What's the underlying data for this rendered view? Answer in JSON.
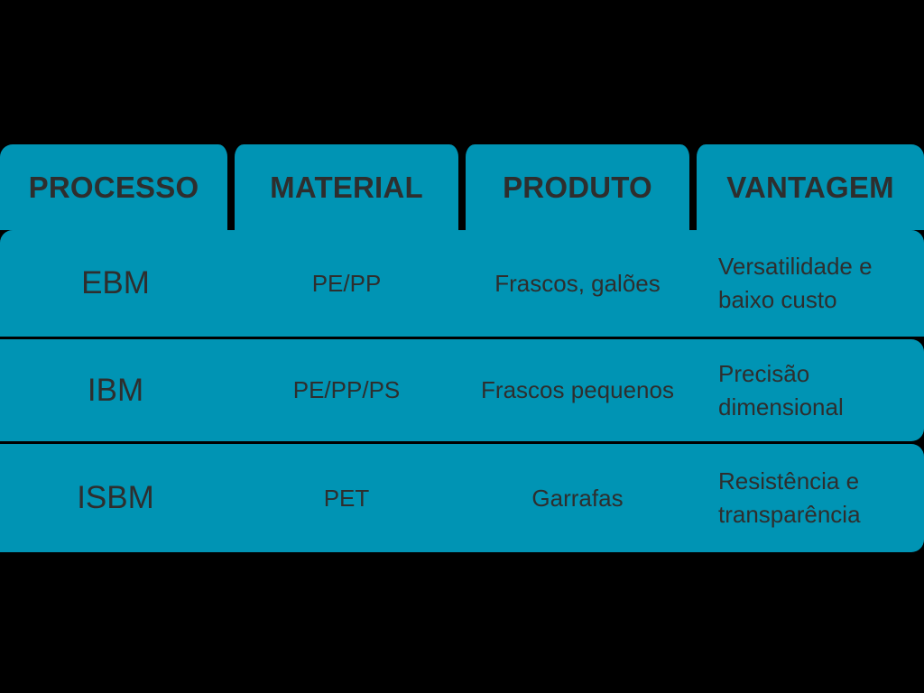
{
  "table": {
    "accent_color": "#0094B4",
    "text_color": "#2E2E2E",
    "background_color": "#000000",
    "headers": [
      {
        "label": "PROCESSO"
      },
      {
        "label": "MATERIAL"
      },
      {
        "label": "PRODUTO"
      },
      {
        "label": "VANTAGEM"
      }
    ],
    "rows": [
      {
        "processo": "EBM",
        "material": "PE/PP",
        "produto": "Frascos, galões",
        "vantagem": "Versatilidade e baixo custo"
      },
      {
        "processo": "IBM",
        "material": "PE/PP/PS",
        "produto": "Frascos pequenos",
        "vantagem": "Precisão dimensional"
      },
      {
        "processo": "ISBM",
        "material": "PET",
        "produto": "Garrafas",
        "vantagem": "Resistência e transparência"
      }
    ]
  }
}
